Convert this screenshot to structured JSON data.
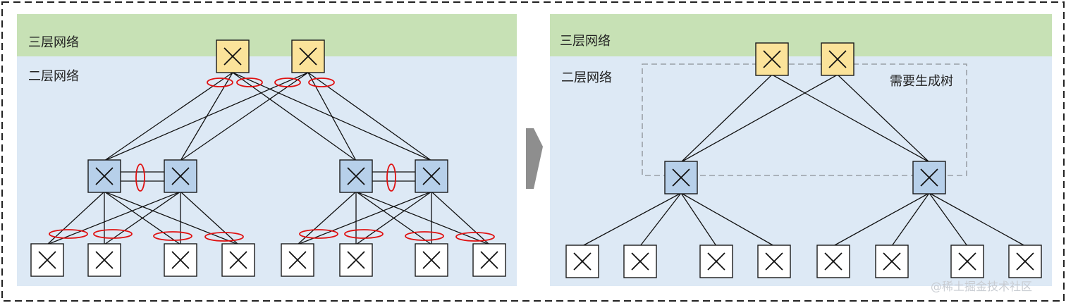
{
  "left_panel": {
    "layer3_label": "三层网络",
    "layer2_label": "二层网络"
  },
  "right_panel": {
    "layer3_label": "三层网络",
    "layer2_label": "二层网络",
    "spanning_tree_label": "需要生成树"
  },
  "watermark": "@稀土掘金技术社区",
  "colors": {
    "layer3_band": "#c7e1b5",
    "layer2_area": "#dde9f5",
    "core_switch": "#fbe39a",
    "agg_switch": "#b7d0ea",
    "access_switch": "#ffffff",
    "bundle_ellipse": "#e01010",
    "divider_arrow": "#8e8e8e"
  }
}
